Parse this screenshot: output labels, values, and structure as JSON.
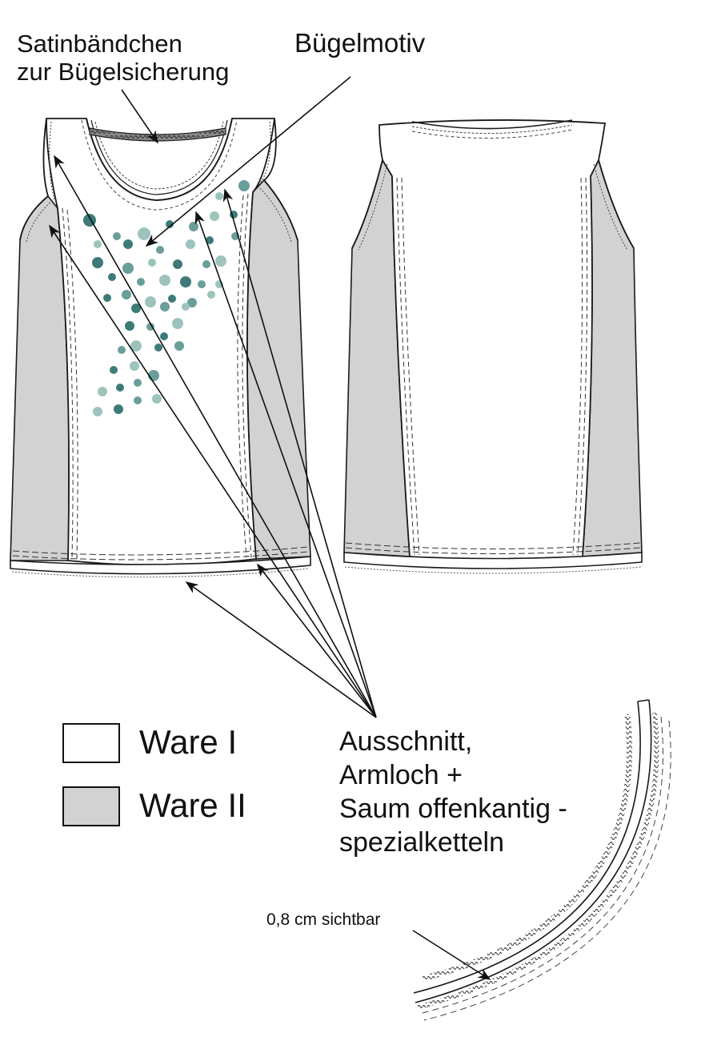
{
  "labels": {
    "satin_line1": "Satinbändchen",
    "satin_line2": "zur Bügelsicherung",
    "motif": "Bügelmotiv",
    "finish_line1": "Ausschnitt,",
    "finish_line2": "Armloch +",
    "finish_line3": "Saum offenkantig -",
    "finish_line4": "spezialketteln",
    "visible": "0,8 cm sichtbar"
  },
  "legend": [
    {
      "label": "Ware I",
      "color": "#ffffff"
    },
    {
      "label": "Ware II",
      "color": "#d2d2d2"
    }
  ],
  "colors": {
    "line": "#1a1a1a",
    "panel_gray": "#d2d2d2",
    "dot_dark": "#3d7a78",
    "dot_mid": "#6a9e9a",
    "dot_light": "#9cc4bd"
  },
  "views": [
    "front-view",
    "back-view",
    "edge-detail"
  ]
}
